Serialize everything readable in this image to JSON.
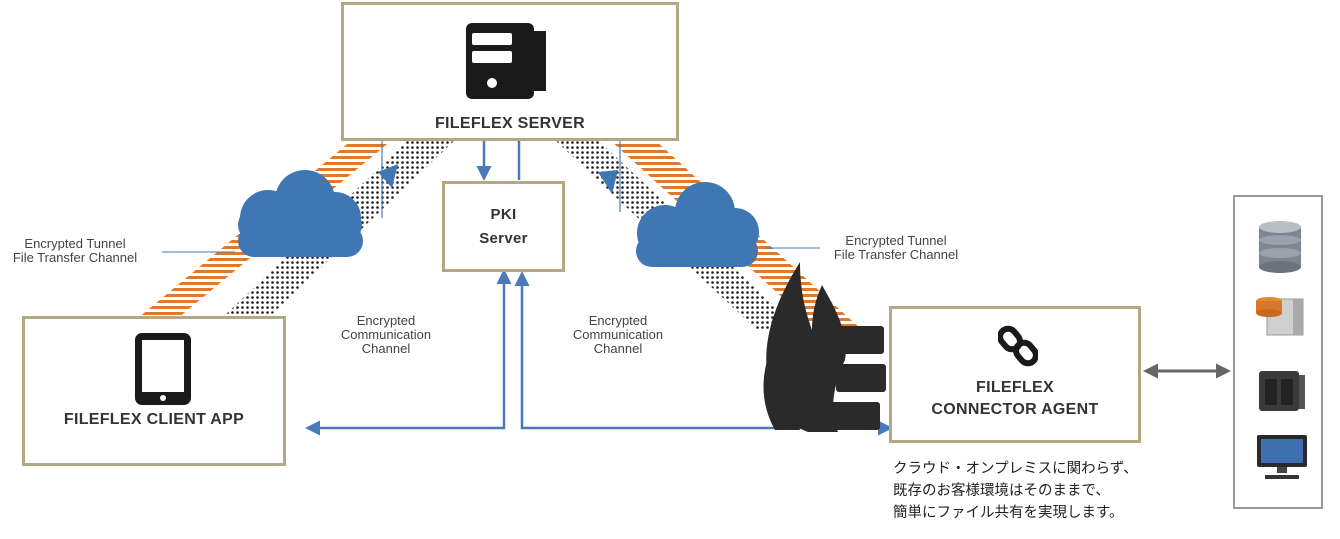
{
  "nodes": {
    "server": {
      "title": "FILEFLEX SERVER"
    },
    "pki": {
      "line1": "PKI",
      "line2": "Server"
    },
    "client": {
      "title": "FILEFLEX CLIENT APP"
    },
    "agent": {
      "line1": "FILEFLEX",
      "line2": "CONNECTOR AGENT"
    }
  },
  "labels": {
    "tunnel_left": {
      "line1": "Encrypted Tunnel",
      "line2": "File Transfer Channel"
    },
    "tunnel_right": {
      "line1": "Encrypted Tunnel",
      "line2": "File Transfer Channel"
    },
    "comm_left": {
      "line1": "Encrypted",
      "line2": "Communication",
      "line3": "Channel"
    },
    "comm_right": {
      "line1": "Encrypted",
      "line2": "Communication",
      "line3": "Channel"
    }
  },
  "caption": {
    "lines": [
      "クラウド・オンプレミスに関わらず、",
      "既存のお客様環境はそのままで、",
      "簡単にファイル共有を実現します。"
    ]
  },
  "colors": {
    "box_border": "#b1a886",
    "arrow": "#4a7ab8",
    "cloud": "#3f77b5",
    "stripe": "#e07a2a",
    "icon": "#1a1a1a"
  },
  "icons": [
    "server-icon",
    "tablet-icon",
    "link-icon",
    "cloud-icon",
    "firewall-icon",
    "database-icon",
    "server-storage-icon",
    "nas-icon",
    "desktop-icon"
  ]
}
